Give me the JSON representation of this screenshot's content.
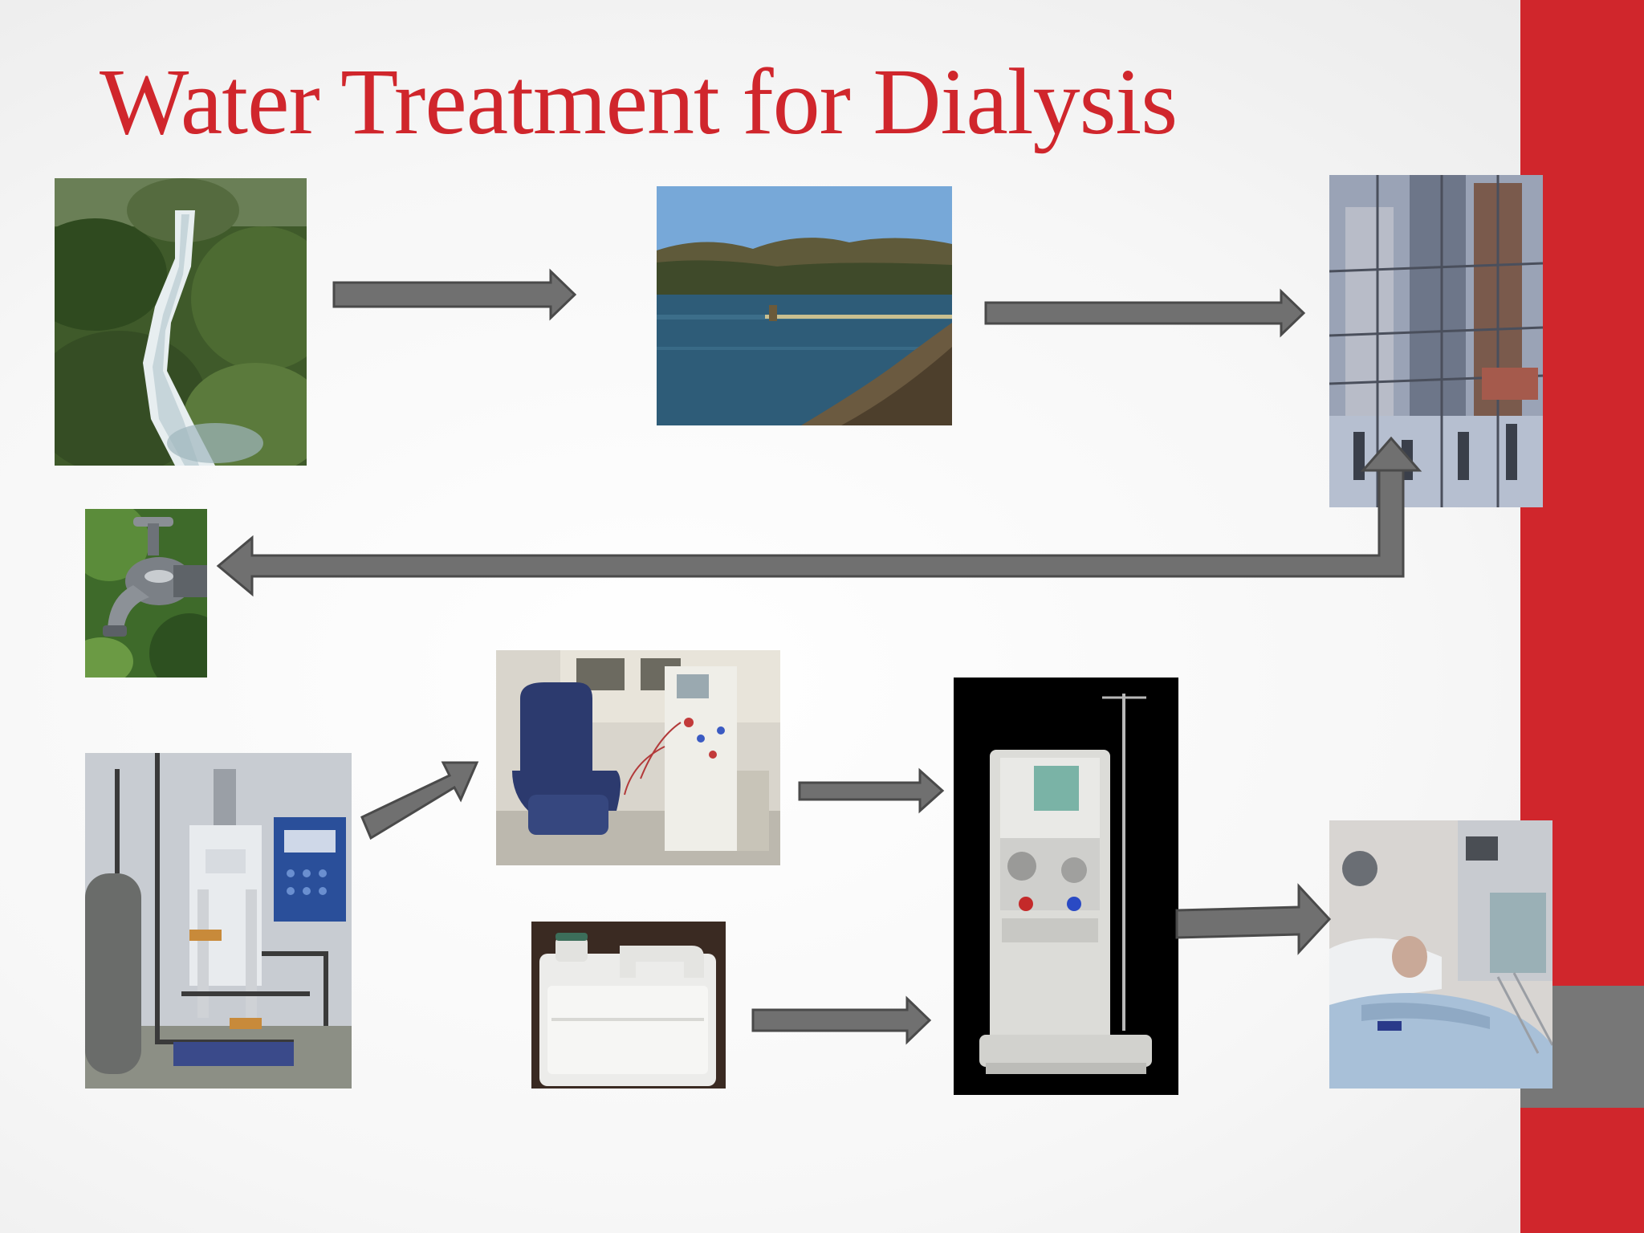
{
  "slide": {
    "title": "Water Treatment for Dialysis",
    "accent_color": "#d0262c",
    "gray_block_color": "#777777",
    "arrow_fill": "#707070",
    "arrow_stroke": "#4a4a4a"
  },
  "photos": {
    "waterfall": "waterfall-photo",
    "reservoir": "reservoir-lake-photo",
    "treatment_plant": "water-treatment-plant-photo",
    "tap": "water-tap-photo",
    "ro_system": "reverse-osmosis-system-photo",
    "dialysis_station": "dialysis-station-photo",
    "concentrate_jug": "dialysate-concentrate-jug-photo",
    "dialysis_machine": "hemodialysis-machine-photo",
    "patient": "patient-in-bed-photo"
  }
}
